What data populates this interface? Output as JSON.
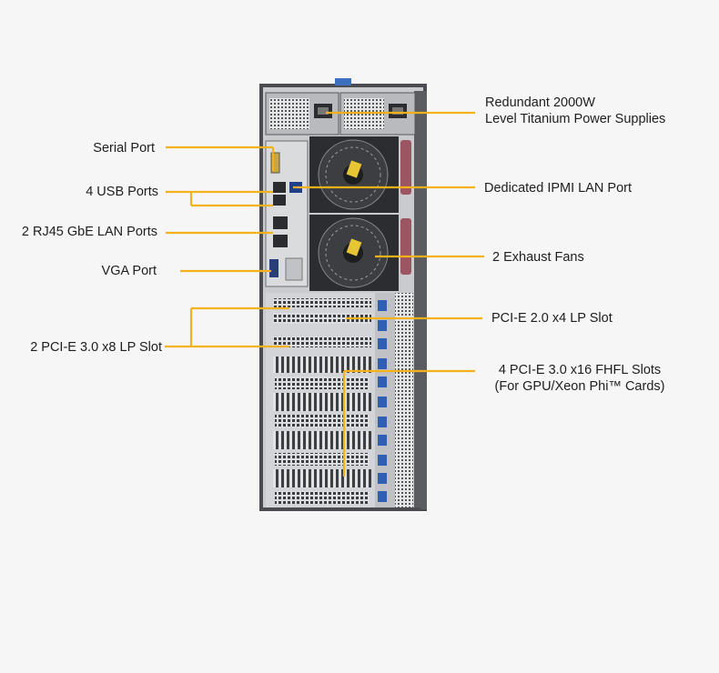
{
  "colors": {
    "background": "#f6f6f6",
    "callout": "#f3b21b",
    "chassis_dark": "#4a4c50",
    "chassis_light": "#c9cbce",
    "handle": "#9b5563",
    "pcie_latch": "#2f5fb3"
  },
  "labels": {
    "psu_line1": "Redundant 2000W",
    "psu_line2": "Level Titanium Power Supplies",
    "serial": "Serial Port",
    "usb": "4 USB Ports",
    "rj45": "2 RJ45 GbE LAN Ports",
    "vga": "VGA Port",
    "ipmi": "Dedicated IPMI LAN Port",
    "fans": "2 Exhaust Fans",
    "pcie_x4": "PCI-E 2.0 x4 LP Slot",
    "pcie_x8": "2 PCI-E 3.0 x8 LP Slot",
    "pcie_x16_line1": "4 PCI-E 3.0 x16 FHFL Slots",
    "pcie_x16_line2": "(For GPU/Xeon Phi™ Cards)"
  },
  "icons": {
    "fan_top": "fan-icon",
    "fan_bottom": "fan-icon",
    "psu_left": "power-supply-icon",
    "psu_right": "power-supply-icon"
  }
}
